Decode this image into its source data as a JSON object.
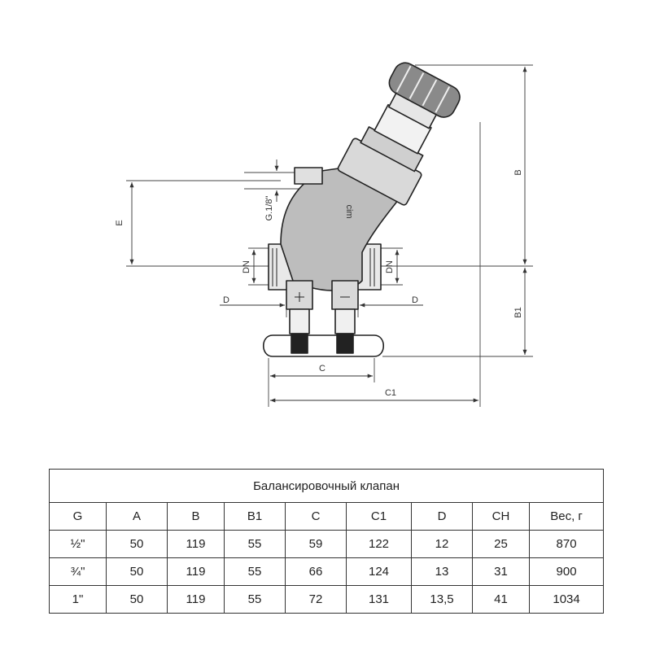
{
  "drawing": {
    "labels": {
      "E": "E",
      "G18": "G.1/8\"",
      "cim": "cim",
      "DN_left": "DN",
      "DN_right": "DN",
      "D_left": "D",
      "D_right": "D",
      "C": "C",
      "C1": "C1",
      "B": "B",
      "B1": "B1"
    }
  },
  "table": {
    "title": "Балансировочный клапан",
    "headers": [
      "G",
      "A",
      "B",
      "B1",
      "C",
      "C1",
      "D",
      "CH",
      "Вес, г"
    ],
    "rows": [
      [
        "½\"",
        "50",
        "119",
        "55",
        "59",
        "122",
        "12",
        "25",
        "870"
      ],
      [
        "¾\"",
        "50",
        "119",
        "55",
        "66",
        "124",
        "13",
        "31",
        "900"
      ],
      [
        "1\"",
        "50",
        "119",
        "55",
        "72",
        "131",
        "13,5",
        "41",
        "1034"
      ]
    ]
  }
}
